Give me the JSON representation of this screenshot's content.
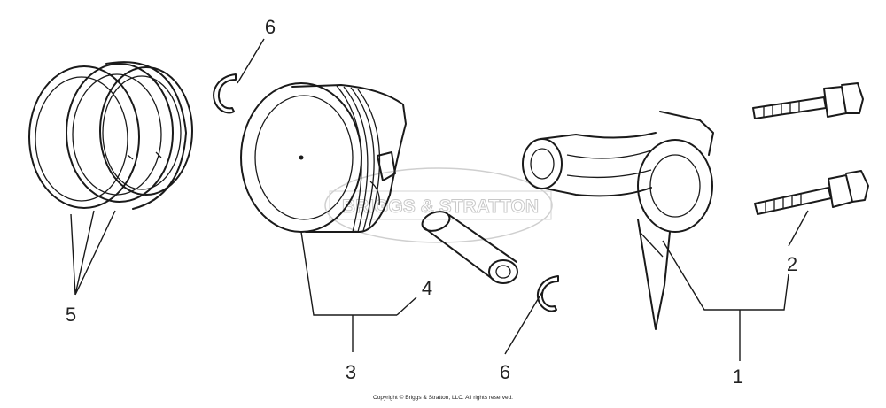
{
  "diagram": {
    "watermark": "BRIGGS & STRATTON",
    "copyright": "Copyright © Briggs & Stratton, LLC. All rights reserved.",
    "callouts": {
      "c1": "1",
      "c2": "2",
      "c3": "3",
      "c4": "4",
      "c5": "5",
      "c6a": "6",
      "c6b": "6"
    }
  }
}
